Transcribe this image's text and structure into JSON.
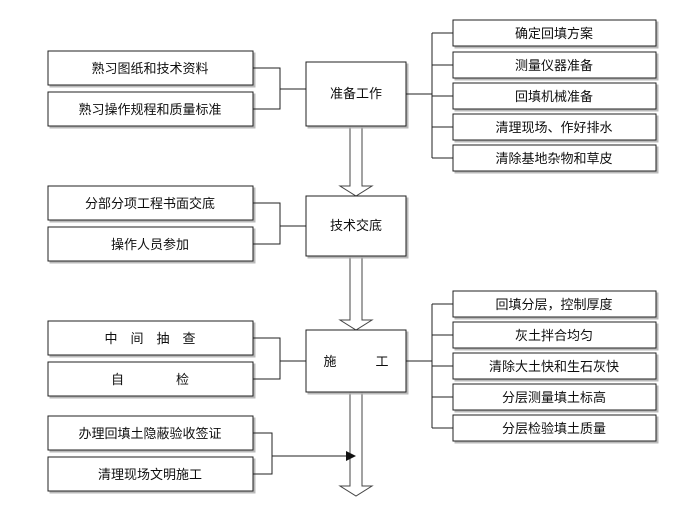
{
  "steps": {
    "prepare": "准备工作",
    "tech_briefing": "技术交底",
    "construction": "施　　　工"
  },
  "prepare_inputs": [
    "熟习图纸和技术资料",
    "熟习操作规程和质量标准"
  ],
  "prepare_tasks": [
    "确定回填方案",
    "测量仪器准备",
    "回填机械准备",
    "清理现场、作好排水",
    "清除基地杂物和草皮"
  ],
  "tech_inputs": [
    "分部分项工程书面交底",
    "操作人员参加"
  ],
  "inspection": [
    "中　间　抽　查",
    "自　　　　检"
  ],
  "construction_tasks": [
    "回填分层，控制厚度",
    "灰土拌合均匀",
    "清除大土快和生石灰快",
    "分层测量填土标高",
    "分层检验填土质量"
  ],
  "finish": [
    "办理回填土隐蔽验收签证",
    "清理现场文明施工"
  ]
}
